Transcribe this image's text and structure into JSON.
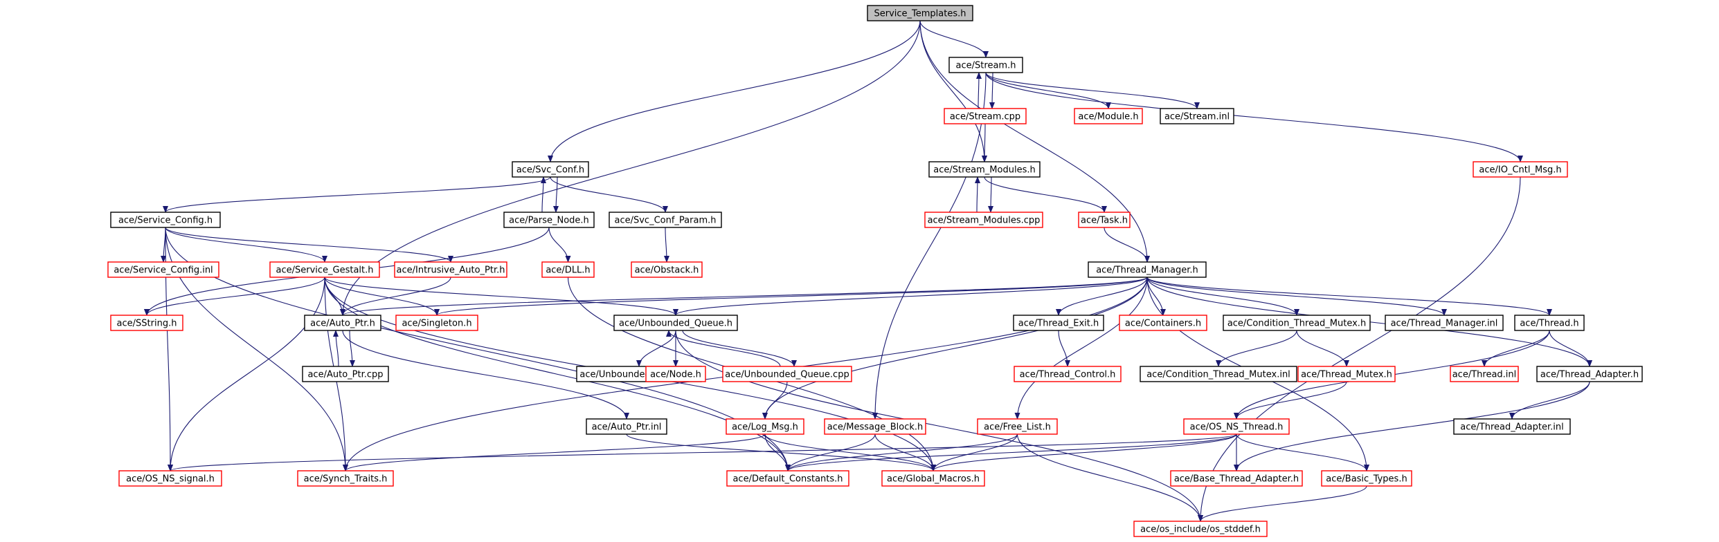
{
  "colors": {
    "edge": "#191970",
    "node_border": "#000000",
    "missing_border": "#ff0000",
    "root_fill": "#bfbfbf",
    "background": "#ffffff"
  },
  "nodes": [
    {
      "id": "service_templates_h",
      "label": "Service_Templates.h",
      "kind": "root"
    },
    {
      "id": "stream_h",
      "label": "ace/Stream.h",
      "kind": "normal"
    },
    {
      "id": "stream_cpp",
      "label": "ace/Stream.cpp",
      "kind": "missing"
    },
    {
      "id": "module_h",
      "label": "ace/Module.h",
      "kind": "missing"
    },
    {
      "id": "stream_inl",
      "label": "ace/Stream.inl",
      "kind": "normal"
    },
    {
      "id": "svc_conf_h",
      "label": "ace/Svc_Conf.h",
      "kind": "normal"
    },
    {
      "id": "stream_modules_h",
      "label": "ace/Stream_Modules.h",
      "kind": "normal"
    },
    {
      "id": "io_cntl_msg_h",
      "label": "ace/IO_Cntl_Msg.h",
      "kind": "missing"
    },
    {
      "id": "service_config_h",
      "label": "ace/Service_Config.h",
      "kind": "normal"
    },
    {
      "id": "parse_node_h",
      "label": "ace/Parse_Node.h",
      "kind": "normal"
    },
    {
      "id": "svc_conf_param_h",
      "label": "ace/Svc_Conf_Param.h",
      "kind": "normal"
    },
    {
      "id": "stream_modules_cpp",
      "label": "ace/Stream_Modules.cpp",
      "kind": "missing"
    },
    {
      "id": "task_h",
      "label": "ace/Task.h",
      "kind": "missing"
    },
    {
      "id": "service_config_inl",
      "label": "ace/Service_Config.inl",
      "kind": "missing"
    },
    {
      "id": "service_gestalt_h",
      "label": "ace/Service_Gestalt.h",
      "kind": "missing"
    },
    {
      "id": "intrusive_auto_ptr_h",
      "label": "ace/Intrusive_Auto_Ptr.h",
      "kind": "missing"
    },
    {
      "id": "dll_h",
      "label": "ace/DLL.h",
      "kind": "missing"
    },
    {
      "id": "obstack_h",
      "label": "ace/Obstack.h",
      "kind": "missing"
    },
    {
      "id": "thread_manager_h",
      "label": "ace/Thread_Manager.h",
      "kind": "normal"
    },
    {
      "id": "sstring_h",
      "label": "ace/SString.h",
      "kind": "missing"
    },
    {
      "id": "auto_ptr_h",
      "label": "ace/Auto_Ptr.h",
      "kind": "normal"
    },
    {
      "id": "singleton_h",
      "label": "ace/Singleton.h",
      "kind": "missing"
    },
    {
      "id": "unbounded_queue_h",
      "label": "ace/Unbounded_Queue.h",
      "kind": "normal"
    },
    {
      "id": "thread_exit_h",
      "label": "ace/Thread_Exit.h",
      "kind": "normal"
    },
    {
      "id": "containers_h",
      "label": "ace/Containers.h",
      "kind": "missing"
    },
    {
      "id": "condition_thread_mutex_h",
      "label": "ace/Condition_Thread_Mutex.h",
      "kind": "normal"
    },
    {
      "id": "thread_manager_inl",
      "label": "ace/Thread_Manager.inl",
      "kind": "normal"
    },
    {
      "id": "thread_h",
      "label": "ace/Thread.h",
      "kind": "normal"
    },
    {
      "id": "auto_ptr_cpp",
      "label": "ace/Auto_Ptr.cpp",
      "kind": "normal"
    },
    {
      "id": "unbounded_queue_inl",
      "label": "ace/Unbounded_Queue.inl",
      "kind": "normal"
    },
    {
      "id": "node_h",
      "label": "ace/Node.h",
      "kind": "missing"
    },
    {
      "id": "unbounded_queue_cpp",
      "label": "ace/Unbounded_Queue.cpp",
      "kind": "missing"
    },
    {
      "id": "thread_control_h",
      "label": "ace/Thread_Control.h",
      "kind": "missing"
    },
    {
      "id": "condition_thread_mutex_inl",
      "label": "ace/Condition_Thread_Mutex.inl",
      "kind": "normal"
    },
    {
      "id": "thread_mutex_h",
      "label": "ace/Thread_Mutex.h",
      "kind": "missing"
    },
    {
      "id": "thread_inl",
      "label": "ace/Thread.inl",
      "kind": "missing"
    },
    {
      "id": "thread_adapter_h",
      "label": "ace/Thread_Adapter.h",
      "kind": "normal"
    },
    {
      "id": "auto_ptr_inl",
      "label": "ace/Auto_Ptr.inl",
      "kind": "normal"
    },
    {
      "id": "log_msg_h",
      "label": "ace/Log_Msg.h",
      "kind": "missing"
    },
    {
      "id": "message_block_h",
      "label": "ace/Message_Block.h",
      "kind": "missing"
    },
    {
      "id": "free_list_h",
      "label": "ace/Free_List.h",
      "kind": "missing"
    },
    {
      "id": "os_ns_thread_h",
      "label": "ace/OS_NS_Thread.h",
      "kind": "missing"
    },
    {
      "id": "thread_adapter_inl",
      "label": "ace/Thread_Adapter.inl",
      "kind": "normal"
    },
    {
      "id": "os_ns_signal_h",
      "label": "ace/OS_NS_signal.h",
      "kind": "missing"
    },
    {
      "id": "synch_traits_h",
      "label": "ace/Synch_Traits.h",
      "kind": "missing"
    },
    {
      "id": "default_constants_h",
      "label": "ace/Default_Constants.h",
      "kind": "missing"
    },
    {
      "id": "global_macros_h",
      "label": "ace/Global_Macros.h",
      "kind": "missing"
    },
    {
      "id": "base_thread_adapter_h",
      "label": "ace/Base_Thread_Adapter.h",
      "kind": "missing"
    },
    {
      "id": "basic_types_h",
      "label": "ace/Basic_Types.h",
      "kind": "missing"
    },
    {
      "id": "os_stddef_h",
      "label": "ace/os_include/os_stddef.h",
      "kind": "missing"
    }
  ],
  "edges": [
    [
      "service_templates_h",
      "stream_h"
    ],
    [
      "service_templates_h",
      "svc_conf_h"
    ],
    [
      "service_templates_h",
      "stream_modules_h"
    ],
    [
      "service_templates_h",
      "thread_manager_h"
    ],
    [
      "service_templates_h",
      "auto_ptr_h"
    ],
    [
      "stream_h",
      "stream_cpp"
    ],
    [
      "stream_cpp",
      "stream_h"
    ],
    [
      "stream_h",
      "module_h"
    ],
    [
      "stream_h",
      "stream_inl"
    ],
    [
      "stream_h",
      "io_cntl_msg_h"
    ],
    [
      "stream_h",
      "message_block_h"
    ],
    [
      "stream_cpp",
      "stream_modules_h"
    ],
    [
      "stream_modules_h",
      "stream_modules_cpp"
    ],
    [
      "stream_modules_cpp",
      "stream_modules_h"
    ],
    [
      "stream_modules_h",
      "task_h"
    ],
    [
      "task_h",
      "thread_manager_h"
    ],
    [
      "io_cntl_msg_h",
      "os_stddef_h"
    ],
    [
      "svc_conf_h",
      "service_config_h"
    ],
    [
      "svc_conf_h",
      "parse_node_h"
    ],
    [
      "parse_node_h",
      "svc_conf_h"
    ],
    [
      "svc_conf_h",
      "svc_conf_param_h"
    ],
    [
      "parse_node_h",
      "dll_h"
    ],
    [
      "parse_node_h",
      "sstring_h"
    ],
    [
      "svc_conf_param_h",
      "obstack_h"
    ],
    [
      "dll_h",
      "global_macros_h"
    ],
    [
      "service_config_h",
      "service_config_inl"
    ],
    [
      "service_config_h",
      "service_gestalt_h"
    ],
    [
      "service_config_h",
      "intrusive_auto_ptr_h"
    ],
    [
      "service_config_h",
      "os_ns_signal_h"
    ],
    [
      "service_config_h",
      "synch_traits_h"
    ],
    [
      "service_config_h",
      "default_constants_h"
    ],
    [
      "intrusive_auto_ptr_h",
      "auto_ptr_h"
    ],
    [
      "service_gestalt_h",
      "sstring_h"
    ],
    [
      "service_gestalt_h",
      "auto_ptr_h"
    ],
    [
      "service_gestalt_h",
      "singleton_h"
    ],
    [
      "service_gestalt_h",
      "unbounded_queue_h"
    ],
    [
      "service_gestalt_h",
      "os_ns_signal_h"
    ],
    [
      "service_gestalt_h",
      "synch_traits_h"
    ],
    [
      "service_gestalt_h",
      "default_constants_h"
    ],
    [
      "service_gestalt_h",
      "global_macros_h"
    ],
    [
      "auto_ptr_h",
      "auto_ptr_cpp"
    ],
    [
      "auto_ptr_cpp",
      "auto_ptr_h"
    ],
    [
      "auto_ptr_h",
      "auto_ptr_inl"
    ],
    [
      "auto_ptr_inl",
      "global_macros_h"
    ],
    [
      "thread_manager_h",
      "auto_ptr_h"
    ],
    [
      "thread_manager_h",
      "singleton_h"
    ],
    [
      "thread_manager_h",
      "unbounded_queue_h"
    ],
    [
      "thread_manager_h",
      "thread_exit_h"
    ],
    [
      "thread_manager_h",
      "containers_h"
    ],
    [
      "thread_manager_h",
      "condition_thread_mutex_h"
    ],
    [
      "thread_manager_h",
      "thread_manager_inl"
    ],
    [
      "thread_manager_h",
      "thread_h"
    ],
    [
      "thread_manager_h",
      "thread_adapter_h"
    ],
    [
      "thread_manager_h",
      "free_list_h"
    ],
    [
      "thread_manager_h",
      "log_msg_h"
    ],
    [
      "thread_manager_h",
      "synch_traits_h"
    ],
    [
      "thread_manager_h",
      "basic_types_h"
    ],
    [
      "unbounded_queue_h",
      "unbounded_queue_inl"
    ],
    [
      "unbounded_queue_h",
      "node_h"
    ],
    [
      "unbounded_queue_h",
      "unbounded_queue_cpp"
    ],
    [
      "unbounded_queue_cpp",
      "unbounded_queue_h"
    ],
    [
      "unbounded_queue_h",
      "os_stddef_h"
    ],
    [
      "unbounded_queue_cpp",
      "log_msg_h"
    ],
    [
      "thread_exit_h",
      "thread_control_h"
    ],
    [
      "condition_thread_mutex_h",
      "condition_thread_mutex_inl"
    ],
    [
      "condition_thread_mutex_h",
      "thread_mutex_h"
    ],
    [
      "thread_mutex_h",
      "os_ns_thread_h"
    ],
    [
      "thread_h",
      "thread_inl"
    ],
    [
      "thread_h",
      "thread_adapter_h"
    ],
    [
      "thread_h",
      "os_ns_thread_h"
    ],
    [
      "thread_adapter_h",
      "thread_adapter_inl"
    ],
    [
      "thread_adapter_h",
      "base_thread_adapter_h"
    ],
    [
      "log_msg_h",
      "default_constants_h"
    ],
    [
      "log_msg_h",
      "global_macros_h"
    ],
    [
      "log_msg_h",
      "synch_traits_h"
    ],
    [
      "message_block_h",
      "default_constants_h"
    ],
    [
      "message_block_h",
      "global_macros_h"
    ],
    [
      "free_list_h",
      "default_constants_h"
    ],
    [
      "free_list_h",
      "global_macros_h"
    ],
    [
      "free_list_h",
      "os_stddef_h"
    ],
    [
      "os_ns_thread_h",
      "os_ns_signal_h"
    ],
    [
      "os_ns_thread_h",
      "default_constants_h"
    ],
    [
      "os_ns_thread_h",
      "global_macros_h"
    ],
    [
      "os_ns_thread_h",
      "base_thread_adapter_h"
    ],
    [
      "os_ns_thread_h",
      "basic_types_h"
    ],
    [
      "basic_types_h",
      "os_stddef_h"
    ]
  ]
}
